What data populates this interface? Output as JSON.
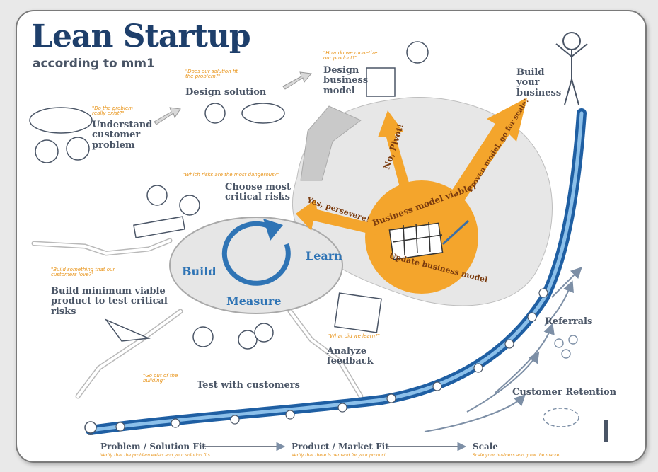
{
  "header": {
    "title": "Lean Startup",
    "subtitle": "according to mm1"
  },
  "quotes": {
    "q_problem": "\"Do the problem really exist?\"",
    "q_solution": "\"Does our solution fit the problem?\"",
    "q_business": "\"How do we monetize our product?\"",
    "q_risks": "\"Which risks are the most dangerous?\"",
    "q_build": "\"Build something that our customers love?\"",
    "q_test": "\"Go out of the building\"",
    "q_analyze": "\"What did we learn?\""
  },
  "labels": {
    "understand": "Understand customer problem",
    "design_solution": "Design solution",
    "design_business": "Design business model",
    "build_business": "Build your business",
    "choose_risks": "Choose most critical risks",
    "build_mvp": "Build minimum viable product to test critical risks",
    "test_customers": "Test with customers",
    "analyze": "Analyze feedback",
    "referrals": "Referrals",
    "retention": "Customer Retention"
  },
  "cycle": {
    "build": "Build",
    "measure": "Measure",
    "learn": "Learn"
  },
  "arrows": {
    "yes_persevere": "Yes, persevere!",
    "no_pivot": "No, Pivot!",
    "business_viable": "Business model viable?",
    "proven_model": "Proven model, go for scale!",
    "update_model": "Update business model"
  },
  "stages": [
    {
      "title": "Problem / Solution Fit",
      "sub": "Verify that the problem exists and your solution fits"
    },
    {
      "title": "Product / Market Fit",
      "sub": "Verify that there is demand for your product"
    },
    {
      "title": "Scale",
      "sub": "Scale your business and grow the market"
    }
  ],
  "colors": {
    "title": "#1e3f6b",
    "cycle_blue": "#2f74b5",
    "orange": "#f4a52c",
    "gray_blob": "#e5e5e5",
    "text": "#4a5566"
  }
}
